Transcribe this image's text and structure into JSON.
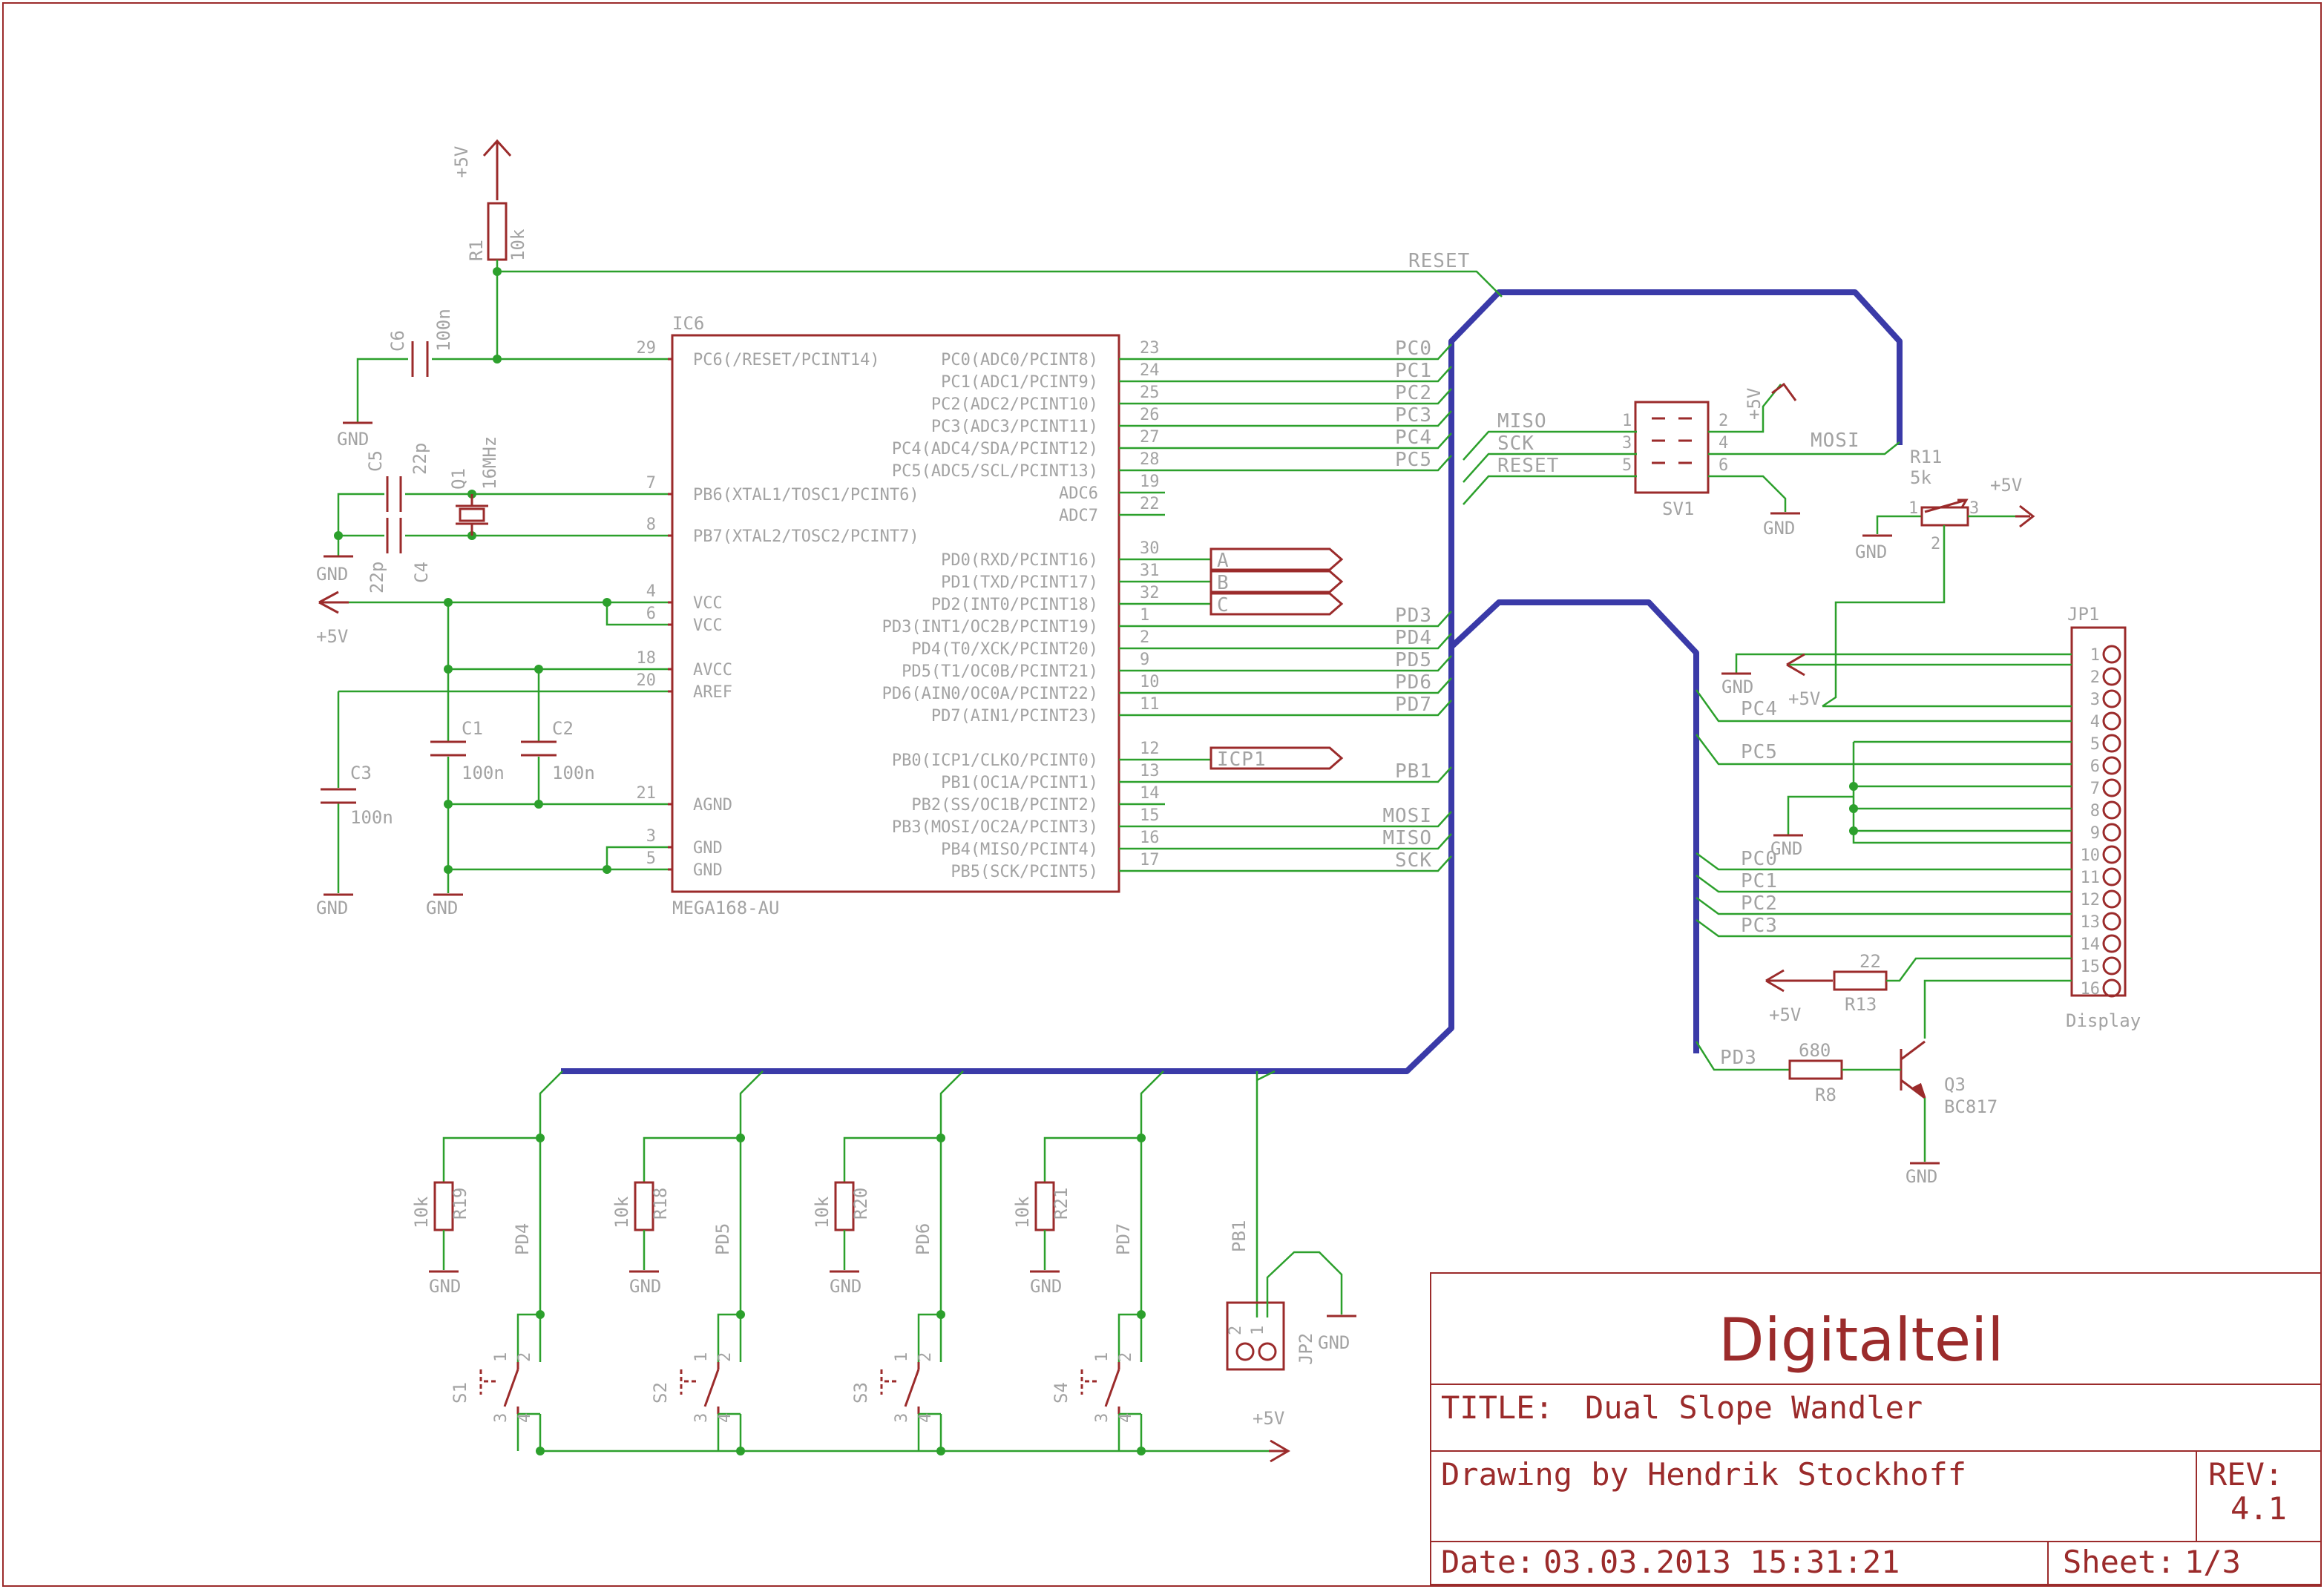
{
  "titleblock": {
    "heading": "Digitalteil",
    "title_label": "TITLE:",
    "title_value": "Dual Slope Wandler",
    "drawing_by": "Drawing by Hendrik Stockhoff",
    "rev_label": "REV:",
    "rev_value": "4.1",
    "date_label": "Date:",
    "date_value": "03.03.2013 15:31:21",
    "sheet_label": "Sheet:",
    "sheet_value": "1/3"
  },
  "ic6": {
    "name": "IC6",
    "value": "MEGA168-AU",
    "left_pins": [
      {
        "num": "29",
        "name": "PC6(/RESET/PCINT14)"
      },
      {
        "num": "7",
        "name": "PB6(XTAL1/TOSC1/PCINT6)"
      },
      {
        "num": "8",
        "name": "PB7(XTAL2/TOSC2/PCINT7)"
      },
      {
        "num": "4",
        "name": "VCC"
      },
      {
        "num": "6",
        "name": "VCC"
      },
      {
        "num": "18",
        "name": "AVCC"
      },
      {
        "num": "20",
        "name": "AREF"
      },
      {
        "num": "21",
        "name": "AGND"
      },
      {
        "num": "3",
        "name": "GND"
      },
      {
        "num": "5",
        "name": "GND"
      }
    ],
    "right_pins": [
      {
        "num": "23",
        "name": "PC0(ADC0/PCINT8)"
      },
      {
        "num": "24",
        "name": "PC1(ADC1/PCINT9)"
      },
      {
        "num": "25",
        "name": "PC2(ADC2/PCINT10)"
      },
      {
        "num": "26",
        "name": "PC3(ADC3/PCINT11)"
      },
      {
        "num": "27",
        "name": "PC4(ADC4/SDA/PCINT12)"
      },
      {
        "num": "28",
        "name": "PC5(ADC5/SCL/PCINT13)"
      },
      {
        "num": "19",
        "name": "ADC6"
      },
      {
        "num": "22",
        "name": "ADC7"
      },
      {
        "num": "30",
        "name": "PD0(RXD/PCINT16)"
      },
      {
        "num": "31",
        "name": "PD1(TXD/PCINT17)"
      },
      {
        "num": "32",
        "name": "PD2(INT0/PCINT18)"
      },
      {
        "num": "1",
        "name": "PD3(INT1/OC2B/PCINT19)"
      },
      {
        "num": "2",
        "name": "PD4(T0/XCK/PCINT20)"
      },
      {
        "num": "9",
        "name": "PD5(T1/OC0B/PCINT21)"
      },
      {
        "num": "10",
        "name": "PD6(AIN0/OC0A/PCINT22)"
      },
      {
        "num": "11",
        "name": "PD7(AIN1/PCINT23)"
      },
      {
        "num": "12",
        "name": "PB0(ICP1/CLKO/PCINT0)"
      },
      {
        "num": "13",
        "name": "PB1(OC1A/PCINT1)"
      },
      {
        "num": "14",
        "name": "PB2(SS/OC1B/PCINT2)"
      },
      {
        "num": "15",
        "name": "PB3(MOSI/OC2A/PCINT3)"
      },
      {
        "num": "16",
        "name": "PB4(MISO/PCINT4)"
      },
      {
        "num": "17",
        "name": "PB5(SCK/PCINT5)"
      }
    ],
    "right_nets": [
      "PC0",
      "PC1",
      "PC2",
      "PC3",
      "PC4",
      "PC5",
      "",
      "",
      "A",
      "B",
      "C",
      "PD3",
      "PD4",
      "PD5",
      "PD6",
      "PD7",
      "ICP1",
      "PB1",
      "",
      "MOSI",
      "MISO",
      "SCK"
    ]
  },
  "labels": {
    "plus5v": "+5V",
    "gnd": "GND",
    "reset": "RESET",
    "r1_name": "R1",
    "r1_value": "10k",
    "c6_name": "C6",
    "c6_value": "100n",
    "c5_name": "C5",
    "c5_value": "22p",
    "c4_name": "C4",
    "c4_value": "22p",
    "q1_name": "Q1",
    "q1_value": "16MHz",
    "c1_name": "C1",
    "c1_value": "100n",
    "c2_name": "C2",
    "c2_value": "100n",
    "c3_name": "C3",
    "c3_value": "100n",
    "sv1_name": "SV1",
    "sv1_pins": [
      "1",
      "2",
      "3",
      "4",
      "5",
      "6"
    ],
    "sv1_nets": [
      "MISO",
      "SCK",
      "RESET",
      "MOSI"
    ],
    "r11_name": "R11",
    "r11_value": "5k",
    "r11_pins": [
      "1",
      "3",
      "2"
    ],
    "jp1_name": "JP1",
    "jp1_value": "Display",
    "jp1_pins": [
      "1",
      "2",
      "3",
      "4",
      "5",
      "6",
      "7",
      "8",
      "9",
      "10",
      "11",
      "12",
      "13",
      "14",
      "15",
      "16"
    ],
    "jp1_nets": [
      "PC4",
      "PC5",
      "PC0",
      "PC1",
      "PC2",
      "PC3",
      "PD3"
    ],
    "r13_name": "R13",
    "r13_value": "22",
    "r8_name": "R8",
    "r8_value": "680",
    "q3_name": "Q3",
    "q3_value": "BC817",
    "pull_resistors": [
      {
        "name": "R19",
        "value": "10k",
        "net": "PD4",
        "switch": "S1"
      },
      {
        "name": "R18",
        "value": "10k",
        "net": "PD5",
        "switch": "S2"
      },
      {
        "name": "R20",
        "value": "10k",
        "net": "PD6",
        "switch": "S3"
      },
      {
        "name": "R21",
        "value": "10k",
        "net": "PD7",
        "switch": "S4"
      }
    ],
    "switch_pins": [
      "1",
      "2",
      "3",
      "4"
    ],
    "jp2_name": "JP2",
    "jp2_net": "PB1",
    "jp2_pins": [
      "2",
      "1"
    ]
  }
}
